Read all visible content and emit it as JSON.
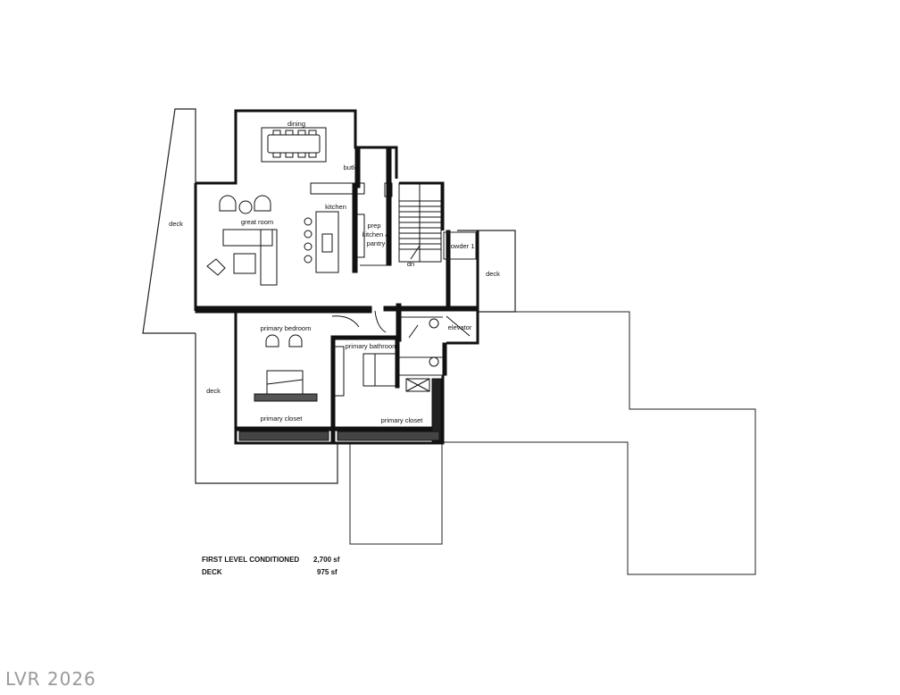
{
  "rooms": {
    "dining": "dining",
    "butler": "butler",
    "kitchen": "kitchen",
    "great_room": "great room",
    "prep": [
      "prep",
      "kitchen &",
      "pantry"
    ],
    "dn": "dn",
    "powder": "powder 1",
    "deck_left": "deck",
    "deck_right": "deck",
    "deck_lower": "deck",
    "elevator": "elevator",
    "primary_bedroom": "primary bedroom",
    "primary_bathroom": "primary bathroom",
    "primary_closet_left": "primary closet",
    "primary_closet_right": "primary closet"
  },
  "summary": [
    {
      "label": "FIRST LEVEL CONDITIONED",
      "value": "2,700 sf"
    },
    {
      "label": "DECK",
      "value": "975 sf"
    }
  ],
  "watermark": "LVR 2026"
}
